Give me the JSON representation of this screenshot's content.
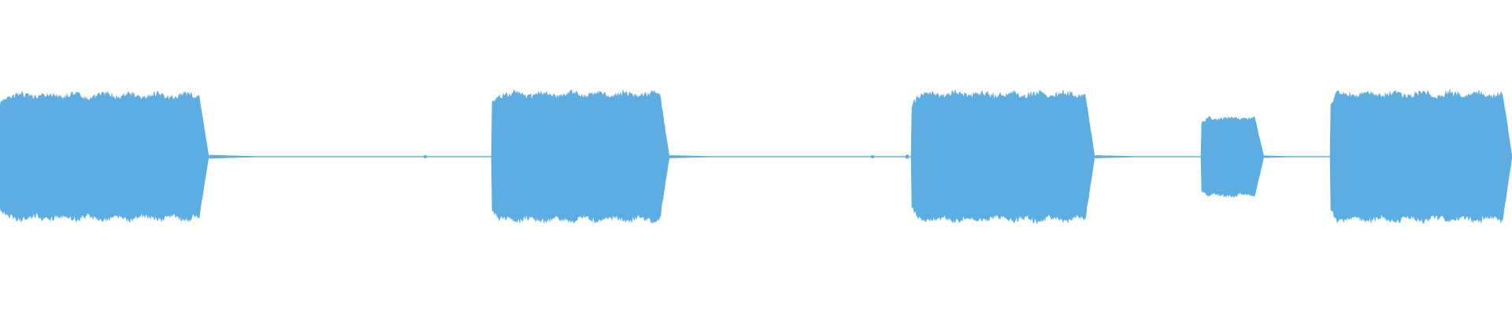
{
  "waveform": {
    "color": "#5dade2",
    "background": "#ffffff",
    "duration_units": 1920,
    "amplitude_range": [
      -1,
      1
    ],
    "silence_amplitude": 0.004,
    "segments": [
      {
        "start": 0,
        "end": 265,
        "peak": 0.98,
        "tail_amp": 0.025,
        "tail_len": 60
      },
      {
        "start": 625,
        "end": 850,
        "peak": 1.0,
        "tail_amp": 0.02,
        "tail_len": 50
      },
      {
        "start": 1158,
        "end": 1390,
        "peak": 1.0,
        "tail_amp": 0.02,
        "tail_len": 50
      },
      {
        "start": 1526,
        "end": 1605,
        "peak": 0.62,
        "tail_amp": 0.015,
        "tail_len": 30
      },
      {
        "start": 1690,
        "end": 1920,
        "peak": 1.0,
        "tail_amp": 0.02,
        "tail_len": 0
      }
    ],
    "blips": [
      {
        "at": 540,
        "amp": 0.02
      },
      {
        "at": 1108,
        "amp": 0.02
      },
      {
        "at": 1152,
        "amp": 0.03
      }
    ]
  }
}
